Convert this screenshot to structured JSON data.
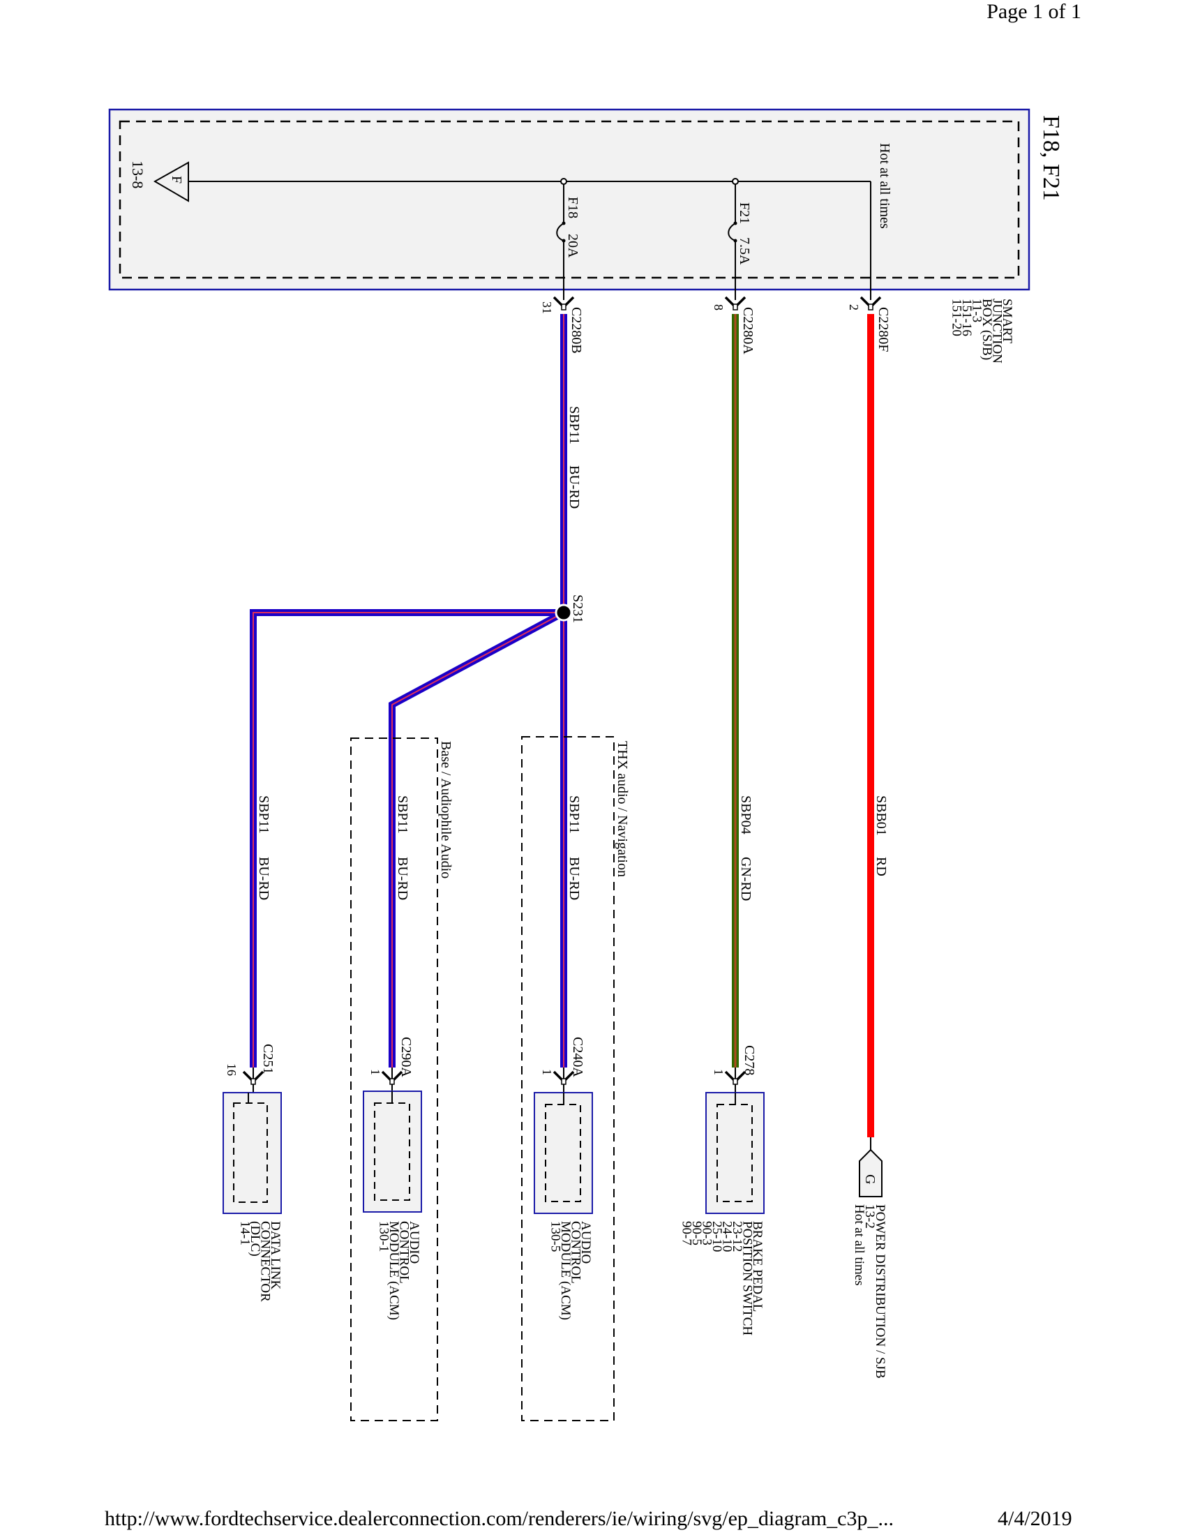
{
  "header": {
    "page_label": "Page 1 of 1"
  },
  "footer": {
    "url": "http://www.fordtechservice.dealerconnection.com/renderers/ie/wiring/svg/ep_diagram_c3p_...",
    "date": "4/4/2019"
  },
  "diagram": {
    "title": "F18, F21",
    "colors": {
      "module_border": "#1a1aa8",
      "module_fill": "#f2f2f2",
      "wire_red": "#ff0000",
      "wire_blue": "#1a00c8",
      "wire_blue_tracer": "#e0305a",
      "wire_green": "#2f6a00",
      "wire_green_tracer": "#b04a20"
    },
    "sjb": {
      "name_lines": [
        "SMART",
        "JUNCTION",
        "BOX (SJB)",
        "11-3",
        "151-16",
        "151-20"
      ],
      "hot_label": "Hot at all times",
      "ref_flag": {
        "letter": "F",
        "ref": "13-8"
      },
      "fuses": [
        {
          "id": "F18",
          "rating": "20A"
        },
        {
          "id": "F21",
          "rating": "7.5A"
        }
      ]
    },
    "connectors_top": [
      {
        "id": "C2280F",
        "pin": "2"
      },
      {
        "id": "C2280A",
        "pin": "8"
      },
      {
        "id": "C2280B",
        "pin": "31"
      }
    ],
    "wires": [
      {
        "circuit": "SBB01",
        "color_code": "RD"
      },
      {
        "circuit": "SBP04",
        "color_code": "GN-RD"
      },
      {
        "circuit": "SBP11",
        "color_code": "BU-RD"
      },
      {
        "circuit": "SBP11",
        "color_code": "BU-RD"
      },
      {
        "circuit": "SBP11",
        "color_code": "BU-RD"
      },
      {
        "circuit": "SBP11",
        "color_code": "BU-RD"
      }
    ],
    "splice": {
      "id": "S231"
    },
    "option_groups": [
      {
        "label": "THX audio / Navigation"
      },
      {
        "label": "Base / Audiophile Audio"
      }
    ],
    "ground_flag": {
      "letter": "G",
      "lines": [
        "POWER DISTRIBUTION / SJB",
        "13-2",
        "Hot at all times"
      ]
    },
    "components": [
      {
        "connector": "C278",
        "pin": "1",
        "lines": [
          "BRAKE PEDAL",
          "POSITION SWITCH",
          "23-12",
          "24-10",
          "25-10",
          "90-3",
          "90-5",
          "90-7"
        ]
      },
      {
        "connector": "C240A",
        "pin": "1",
        "lines": [
          "AUDIO",
          "CONTROL",
          "MODULE (ACM)",
          "130-5"
        ]
      },
      {
        "connector": "C290A",
        "pin": "1",
        "lines": [
          "AUDIO",
          "CONTROL",
          "MODULE (ACM)",
          "130-1"
        ]
      },
      {
        "connector": "C251",
        "pin": "16",
        "lines": [
          "DATA LINK",
          "CONNECTOR",
          "(DLC)",
          "14-1"
        ]
      }
    ]
  }
}
